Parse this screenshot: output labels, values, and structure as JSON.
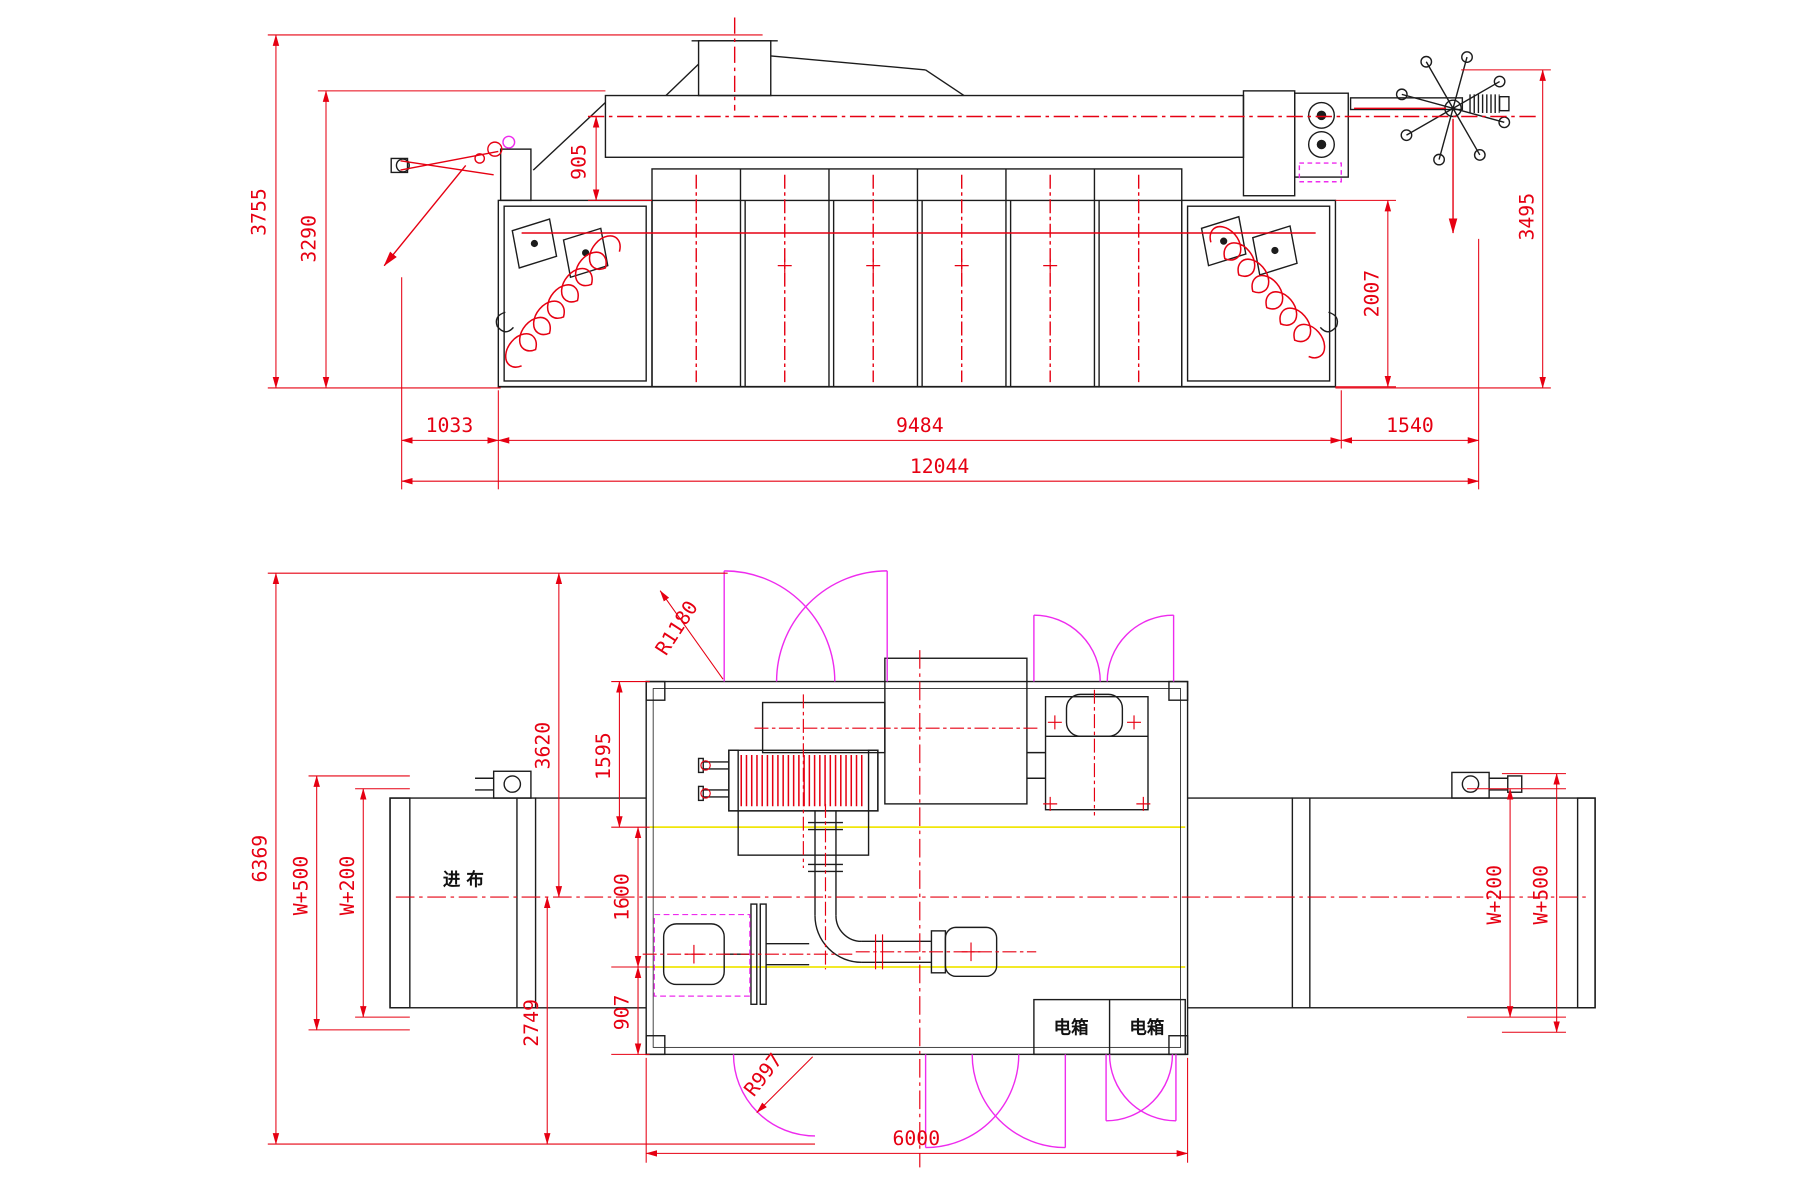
{
  "drawing": {
    "colors": {
      "outline": "#1c1c1c",
      "dimension": "#e60012",
      "door_swing": "#ee2bee",
      "aux_line": "#f0e60a",
      "background": "#ffffff"
    },
    "elevation": {
      "dims": {
        "h_total": "3755",
        "h_body": "3290",
        "h_duct": "905",
        "h_right": "3495",
        "h_cabinet": "2007",
        "l_left": "1033",
        "l_main": "9484",
        "l_right": "1540",
        "l_total": "12044"
      }
    },
    "plan": {
      "dims": {
        "d_total": "6369",
        "d_upper": "3620",
        "d_1595": "1595",
        "w500_left": "W+500",
        "w200_left": "W+200",
        "d_1600": "1600",
        "d_907": "907",
        "d_lower": "2749",
        "r_top": "R1180",
        "r_bottom": "R997",
        "l_body": "6000",
        "w200_right": "W+200",
        "w500_right": "W+500"
      },
      "labels": {
        "fabric_in": "进 布",
        "ebox1": "电箱",
        "ebox2": "电箱"
      }
    }
  }
}
